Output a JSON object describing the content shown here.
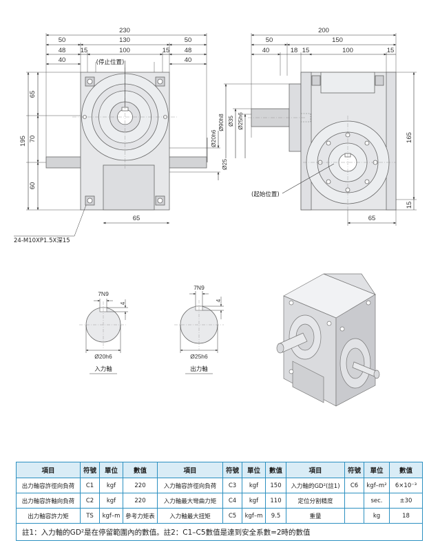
{
  "drawing": {
    "front_view": {
      "dims_top": [
        "230",
        "130",
        "50",
        "48",
        "40",
        "15",
        "100",
        "15",
        "50",
        "48",
        "40"
      ],
      "dims_left": [
        "195",
        "65",
        "70",
        "60"
      ],
      "dims_right": [
        "Ø20h6",
        "Ø25"
      ],
      "dim_bottom": "65",
      "stop_label": "(停止位置)",
      "thread_note": "24-M10XP1.5X深15"
    },
    "side_view": {
      "dims_top": [
        "200",
        "50",
        "150",
        "40",
        "18",
        "15",
        "100",
        "15"
      ],
      "dims_left": [
        "Ø90h8",
        "Ø35",
        "Ø25h6"
      ],
      "dims_right": [
        "165",
        "15"
      ],
      "dim_bottom": "65",
      "start_label": "(起始位置)"
    },
    "input_shaft_20": {
      "key": "7N9",
      "depth": "4",
      "dia": "Ø20h6",
      "caption": "入力軸"
    },
    "output_shaft_25": {
      "key": "7N9",
      "depth": "4",
      "dia": "Ø25h6",
      "caption": "出力軸"
    }
  },
  "table": {
    "headers": [
      "項目",
      "符號",
      "單位",
      "數值",
      "項目",
      "符號",
      "單位",
      "數值",
      "項目",
      "符號",
      "單位",
      "數值"
    ],
    "rows": [
      [
        "出力軸容許徑向負荷",
        "C1",
        "kgf",
        "220",
        "入力軸容許徑向負荷",
        "C3",
        "kgf",
        "150",
        "入力軸的GD²(註1)",
        "C6",
        "kgf–m²",
        "6×10⁻³"
      ],
      [
        "出力軸容許軸向負荷",
        "C2",
        "kgf",
        "220",
        "入力軸最大彎曲力矩",
        "C4",
        "kgf",
        "110",
        "定位分割精度",
        "",
        "sec.",
        "±30"
      ],
      [
        "出力軸容許力矩",
        "TS",
        "kgf–m",
        "參考力矩表",
        "入力軸最大扭矩",
        "C5",
        "kgf–m",
        "9.5",
        "重量",
        "",
        "kg",
        "18"
      ]
    ],
    "note": "註1：入力軸的GD²是在停留範圍內的數值。註2：C1–C5數值是達到安全系數=2時的數值"
  }
}
